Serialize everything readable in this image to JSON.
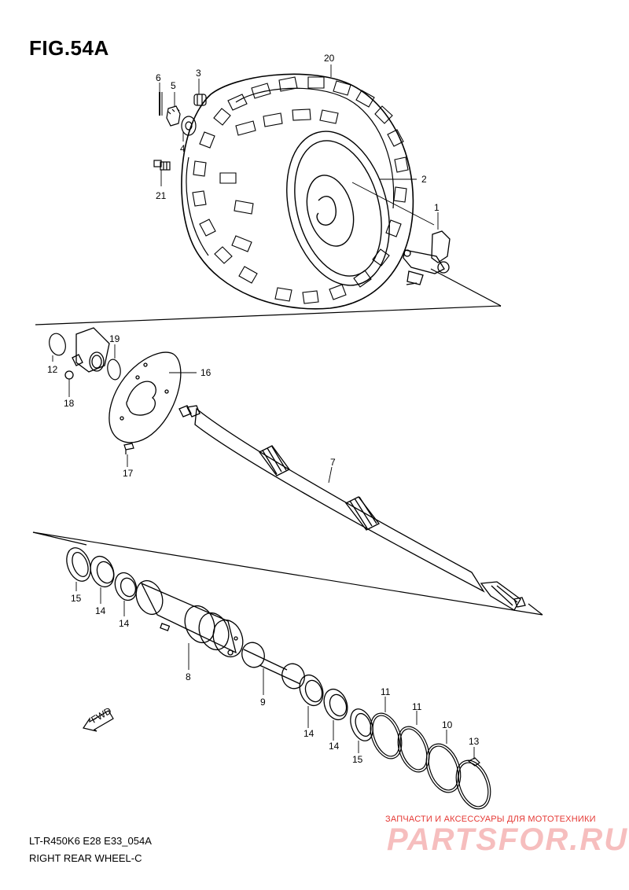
{
  "figure": {
    "title": "FIG.54A",
    "model_code": "LT-R450K6 E28 E33_054A",
    "caption": "RIGHT REAR WHEEL-C"
  },
  "parts": [
    {
      "id": "tire",
      "label": "20"
    },
    {
      "id": "wheel-rim",
      "label": "2"
    },
    {
      "id": "hub-carrier",
      "label": "1"
    },
    {
      "id": "cotter-pin",
      "label": "6"
    },
    {
      "id": "castle-nut",
      "label": "5"
    },
    {
      "id": "cap-nut",
      "label": "3"
    },
    {
      "id": "washer",
      "label": "4"
    },
    {
      "id": "wheel-stud",
      "label": "21"
    },
    {
      "id": "o-ring",
      "label": "12"
    },
    {
      "id": "hub-flange",
      "label": "18"
    },
    {
      "id": "seal-ring",
      "label": "19"
    },
    {
      "id": "brake-disc",
      "label": "16"
    },
    {
      "id": "disc-bolt",
      "label": "17"
    },
    {
      "id": "rear-axle-shaft",
      "label": "7"
    },
    {
      "id": "oil-seal-left",
      "label": "15"
    },
    {
      "id": "bearing-1",
      "label": "14"
    },
    {
      "id": "bearing-2",
      "label": "14"
    },
    {
      "id": "axle-housing",
      "label": "8"
    },
    {
      "id": "spacer",
      "label": "9"
    },
    {
      "id": "bearing-3",
      "label": "14"
    },
    {
      "id": "bearing-4",
      "label": "14"
    },
    {
      "id": "oil-seal-right",
      "label": "15"
    },
    {
      "id": "o-ring-1",
      "label": "11"
    },
    {
      "id": "o-ring-2",
      "label": "11"
    },
    {
      "id": "circlip-1",
      "label": "10"
    },
    {
      "id": "circlip-2",
      "label": "13"
    }
  ],
  "direction_label": "FWD",
  "watermark": {
    "small_text": "ЗАПЧАСТИ И АКСЕССУАРЫ ДЛЯ МОТОТЕХНИКИ",
    "big_text": "PARTSFOR.RU",
    "color": "#e53935"
  },
  "colors": {
    "line": "#000000",
    "background": "#ffffff"
  }
}
